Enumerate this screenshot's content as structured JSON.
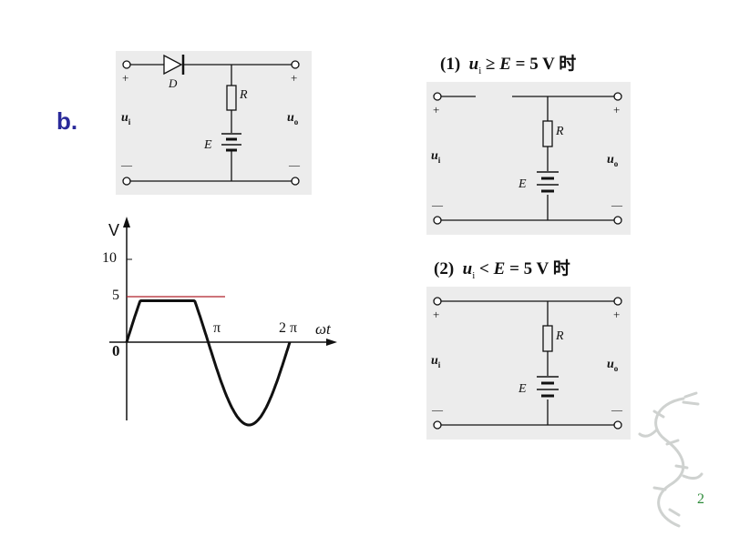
{
  "slide": {
    "label": "b.",
    "page_number": "2"
  },
  "circuit_main": {
    "plus_left": "+",
    "plus_right": "+",
    "minus_left": "—",
    "minus_right": "—",
    "diode": "D",
    "resistor": "R",
    "battery": "E",
    "input": "u",
    "input_sub": "i",
    "output": "u",
    "output_sub": "o"
  },
  "case1": {
    "num": "(1)",
    "var": "u",
    "var_sub": "i",
    "rel": "≥",
    "rhs_var": "E",
    "eq": "=",
    "value": "5 V",
    "suffix": "时",
    "plus_left": "+",
    "plus_right": "+",
    "minus_left": "—",
    "minus_right": "—",
    "resistor": "R",
    "battery": "E",
    "input": "u",
    "input_sub": "i",
    "output": "u",
    "output_sub": "o"
  },
  "case2": {
    "num": "(2)",
    "var": "u",
    "var_sub": "i",
    "rel": "<",
    "rhs_var": "E",
    "eq": "=",
    "value": "5 V",
    "suffix": "时",
    "plus_left": "+",
    "plus_right": "+",
    "minus_left": "—",
    "minus_right": "—",
    "resistor": "R",
    "battery": "E",
    "input": "u",
    "input_sub": "i",
    "output": "u",
    "output_sub": "o"
  },
  "graph": {
    "y_axis_label": "V",
    "y_ticks": [
      "10",
      "5"
    ],
    "origin": "0",
    "x_ticks": [
      "π",
      "2 π"
    ],
    "x_axis_label": "ωt",
    "clip_level": 5,
    "amplitude": 10,
    "colors": {
      "clip_line": "#b0202a",
      "wave": "#111111"
    }
  }
}
